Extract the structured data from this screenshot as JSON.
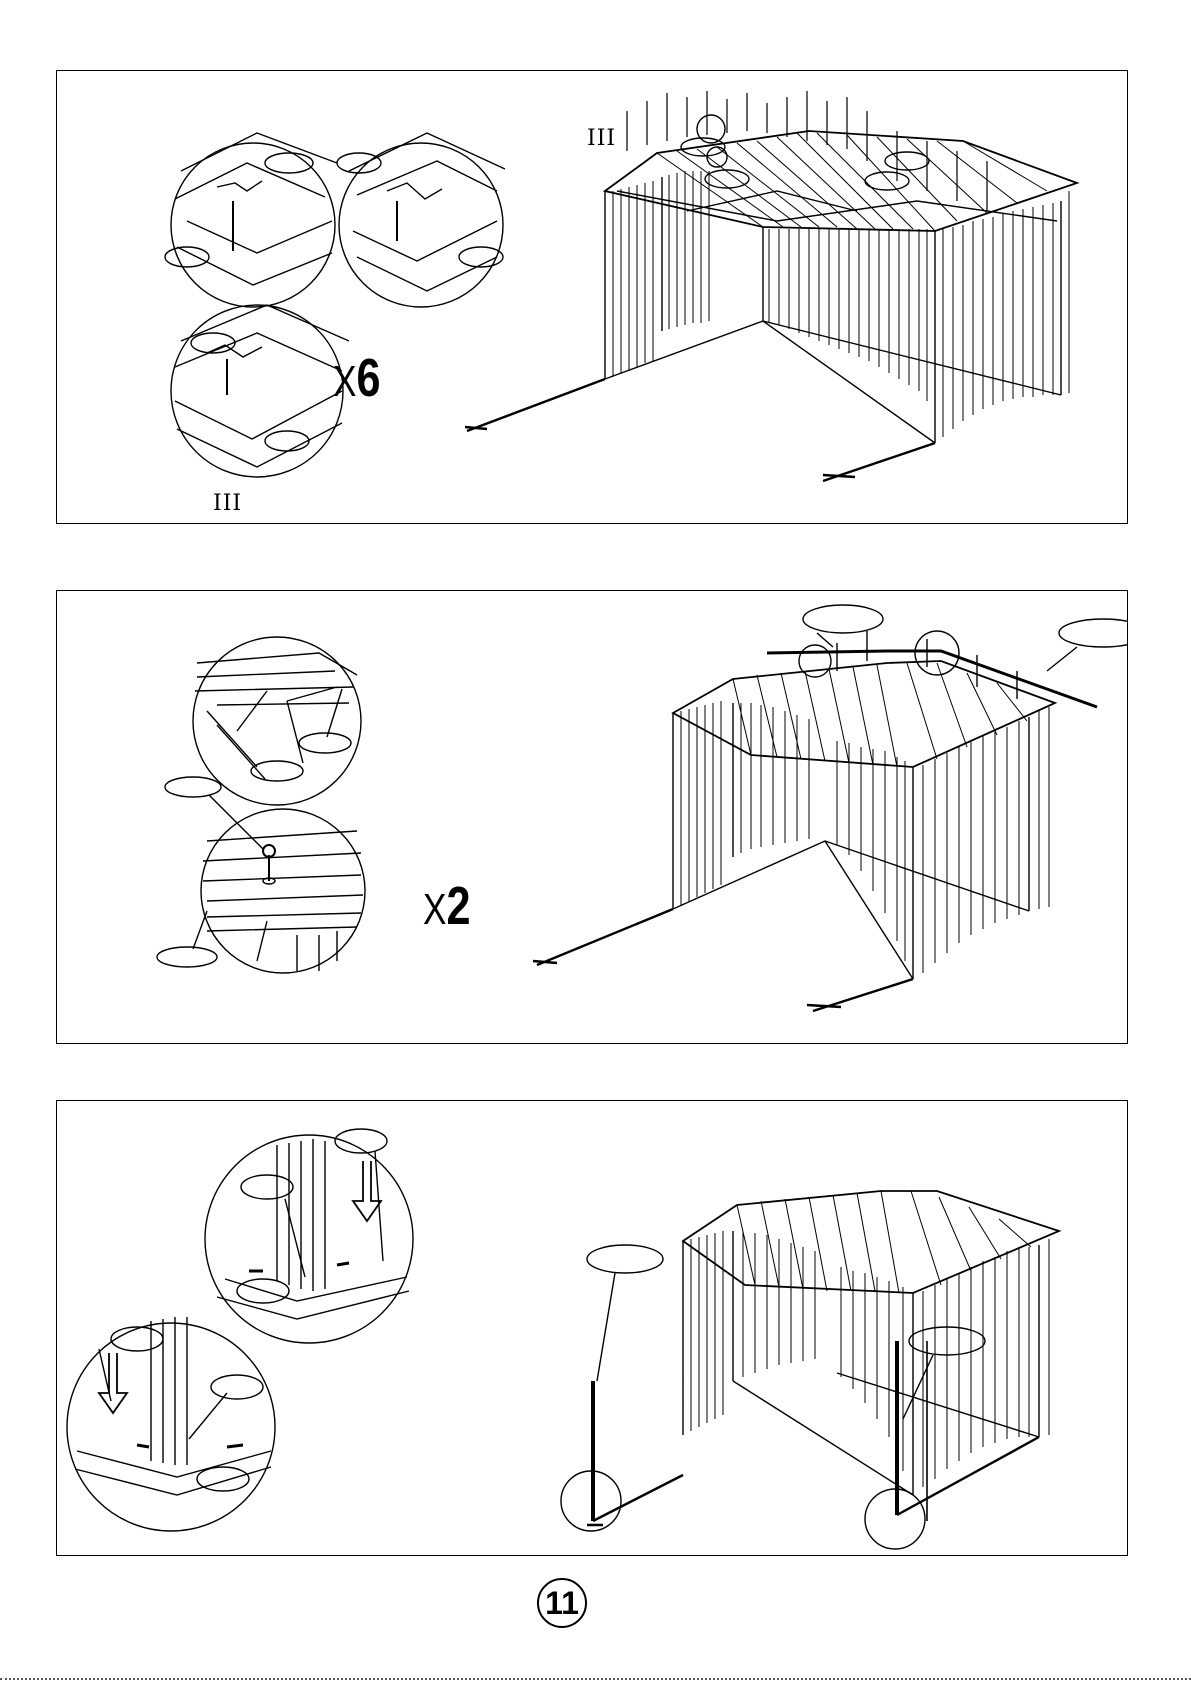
{
  "page": {
    "number": "11"
  },
  "steps": [
    {
      "id": "step-1",
      "multiplier": "6",
      "detail_label": "III",
      "shed_label": "III"
    },
    {
      "id": "step-2",
      "multiplier": "2"
    },
    {
      "id": "step-3"
    }
  ],
  "multiplier_symbol": "X"
}
